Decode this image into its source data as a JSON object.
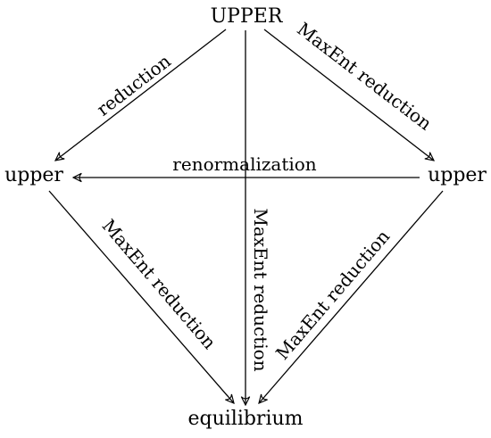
{
  "nodes": {
    "top": "UPPER",
    "left": "upper",
    "right": "upper",
    "bottom": "equilibrium"
  },
  "edges": {
    "top_to_left": "reduction",
    "top_to_right": "MaxEnt reduction",
    "right_to_left": "renormalization",
    "top_to_bottom": "MaxEnt reduction",
    "left_to_bottom": "MaxEnt reduction",
    "right_to_bottom": "MaxEnt reduction"
  }
}
